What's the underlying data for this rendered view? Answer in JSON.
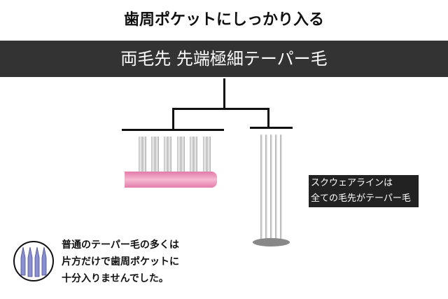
{
  "title": "歯周ポケットにしっかり入る",
  "band": "両毛先 先端極細テーパー毛",
  "note": [
    "スクウェアラインは",
    "全ての毛先がテーパー毛"
  ],
  "description": [
    "普通のテーパー毛の多くは",
    "片方だけで歯周ポケットに",
    "十分入りませんでした。"
  ],
  "colors": {
    "band": "#333333",
    "handle": "#e98ab5",
    "icon": "#8a8fd0"
  }
}
